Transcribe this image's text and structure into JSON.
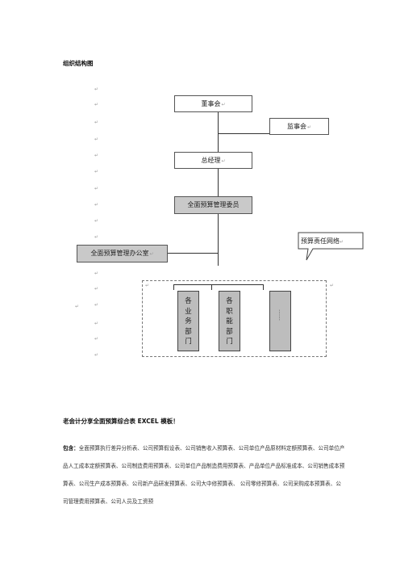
{
  "title": "组织结构图",
  "para_mark": "↵",
  "org": {
    "board": "董事会",
    "supervisors": "监事会",
    "gm": "总经理",
    "committee": "全面预算管理委员",
    "office": "全面预算管理办公室",
    "network": "预算责任网络",
    "dept_business": [
      "各",
      "业",
      "务",
      "部",
      "门"
    ],
    "dept_functional": [
      "各",
      "职",
      "能",
      "部",
      "门"
    ],
    "dept_other": "……"
  },
  "heading": "老会计分享全面预算综合表 EXCEL 模板！",
  "content_label": "包含：",
  "content_text": "全面预算执行差异分析表、公司预算假设表、公司销售收入预算表、公司单位产品原材料定额预算表、公司单位产品人工成本定额预算表、公司制造费用预算表、公司单位产品制造费用预算表、产品单位产品标准成本、公司销售成本预算表、公司生产成本预算表、公司新产品研发预算表、公司大中修预算表、 公司零修预算表、公司采购成本预算表、公司管理费用预算表、公司人员及工资预"
}
